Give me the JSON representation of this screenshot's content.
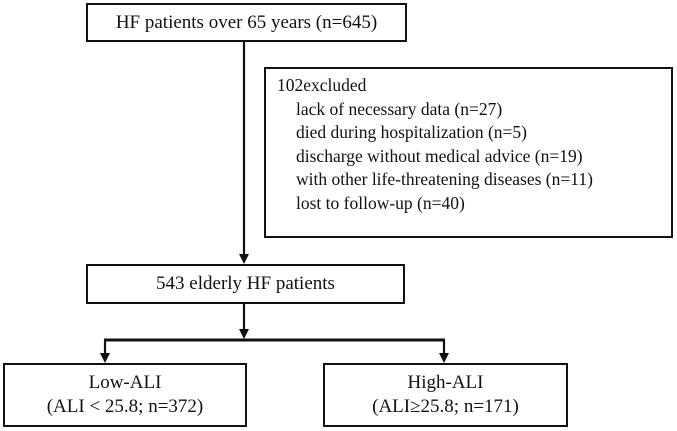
{
  "flow": {
    "top": "HF patients over 65 years (n=645)",
    "excluded": {
      "heading": "102excluded",
      "items": [
        "lack of necessary data (n=27)",
        "died during hospitalization (n=5)",
        "discharge without medical advice (n=19)",
        "with other life-threatening diseases (n=11)",
        "lost to follow-up (n=40)"
      ]
    },
    "middle": "543 elderly HF patients",
    "low": {
      "title": "Low-ALI",
      "detail": "(ALI < 25.8; n=372)"
    },
    "high": {
      "title": "High-ALI",
      "detail": "(ALI≥25.8; n=171)"
    }
  },
  "colors": {
    "stroke": "#111111",
    "text": "#111111",
    "background": "#ffffff"
  }
}
